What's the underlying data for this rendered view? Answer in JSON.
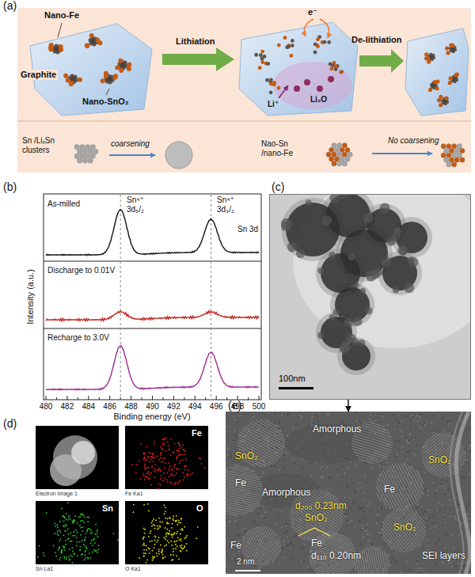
{
  "diagram": {
    "nodes": [
      {
        "text": [
          "100nm"
        ]
      },
      {
        "text": [
          "Electron Image 1"
        ]
      },
      {
        "text": [
          "Fe",
          "Fe Ka1"
        ]
      },
      {
        "text": [
          "Sn",
          "Sn La1"
        ]
      },
      {
        "text": [
          "O",
          "O Ka1"
        ]
      },
      {
        "text": [
          "Amorphous",
          "SnO₂",
          "SnO₂",
          "Fe",
          "Amorphous",
          "Fe",
          "d₂₀₀ 0.23nm",
          "SnO₂",
          "SnO₂",
          "Fe",
          "Fe",
          "d₁₁₀ 0.20nm",
          "SEI layers",
          "2 nm"
        ]
      }
    ],
    "edges": [
      {
        "from": 0,
        "to": 5,
        "arrow": "to"
      }
    ],
    "labels": [
      "(a)",
      "Nano-Fe",
      "Graphite",
      "Nano-SnO₂",
      "Lithiation",
      "e⁻",
      "Li⁺",
      "Li₂O",
      "De-lithiation",
      "Sn /LiₓSn clusters",
      "coarsening",
      "Nao-Sn /nano-Fe",
      "No coarsening",
      "(b)",
      "Sn⁴⁺ 3d₅/₂",
      "Sn⁴⁺ 3d₃/₂",
      "Sn 3d",
      "As-milled",
      "Discharge to 0.01V",
      "Recharge to 3.0V",
      "Intensity (a.u.)",
      "480",
      "482",
      "484",
      "486",
      "488",
      "490",
      "492",
      "494",
      "496",
      "498",
      "500",
      "Binding energy (eV)",
      "(c)",
      "(d)",
      "(e)"
    ]
  }
}
